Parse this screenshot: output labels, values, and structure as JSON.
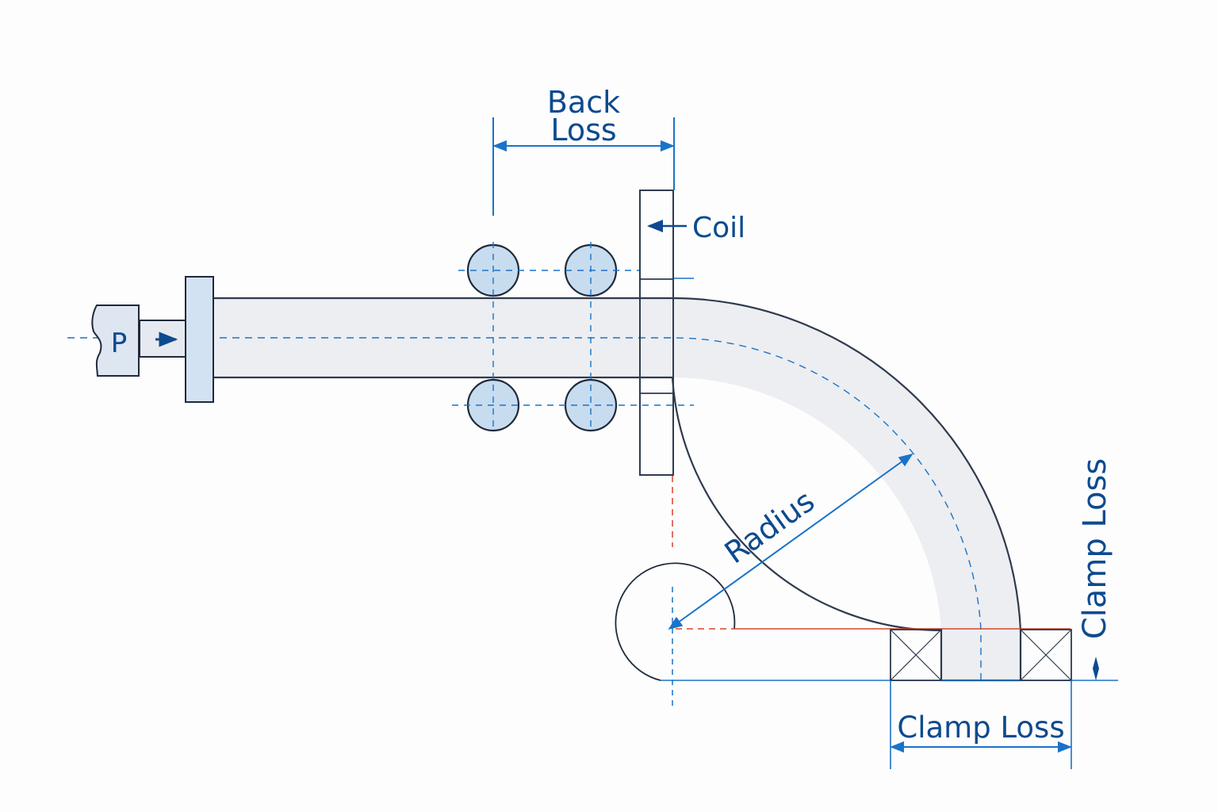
{
  "diagram": {
    "title": "Tube bending machine losses",
    "labels": {
      "back_loss_line1": "Back",
      "back_loss_line2": "Loss",
      "coil": "Coil",
      "radius": "Radius",
      "clamp_loss_horizontal": "Clamp Loss",
      "clamp_loss_vertical": "Clamp Loss",
      "pusher": "P"
    },
    "colors": {
      "dimension_blue": "#1a73c9",
      "label_navy": "#0d4a8f",
      "outline": "#2e3b4e",
      "tube_fill": "#eceef1",
      "roller_fill": "#c8dcf0",
      "red_reference": "#d9432c"
    }
  }
}
